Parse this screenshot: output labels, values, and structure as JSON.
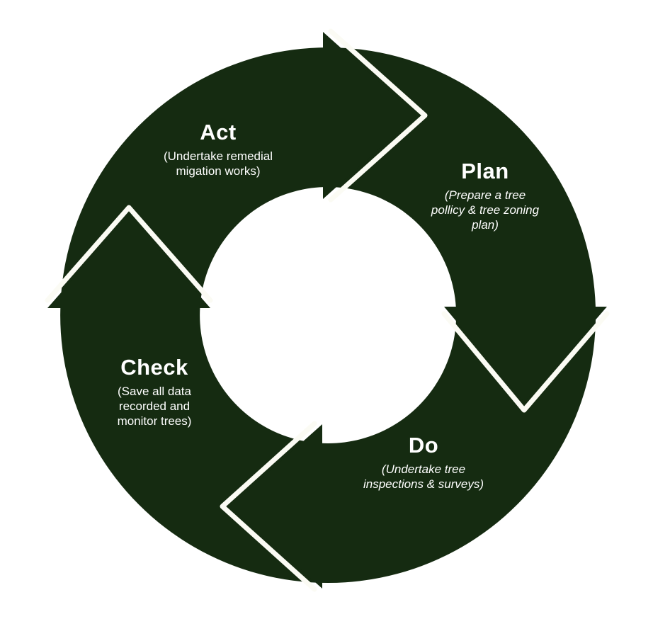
{
  "diagram": {
    "type": "pdca-cycle",
    "colors": {
      "bg": "#ffffff",
      "ring": "#152b11",
      "gap": "#fbfbf4",
      "text": "#ffffff"
    },
    "segments": [
      {
        "id": "act",
        "label": "Act",
        "sublabel": "(Undertake remedial\nmigation works)"
      },
      {
        "id": "plan",
        "label": "Plan",
        "sublabel": "(Prepare a tree\npollicy & tree zoning\nplan)"
      },
      {
        "id": "check",
        "label": "Check",
        "sublabel": "(Save all data\nrecorded and\nmonitor trees)"
      },
      {
        "id": "do",
        "label": "Do",
        "sublabel": "(Undertake tree\ninspections & surveys)"
      }
    ]
  }
}
